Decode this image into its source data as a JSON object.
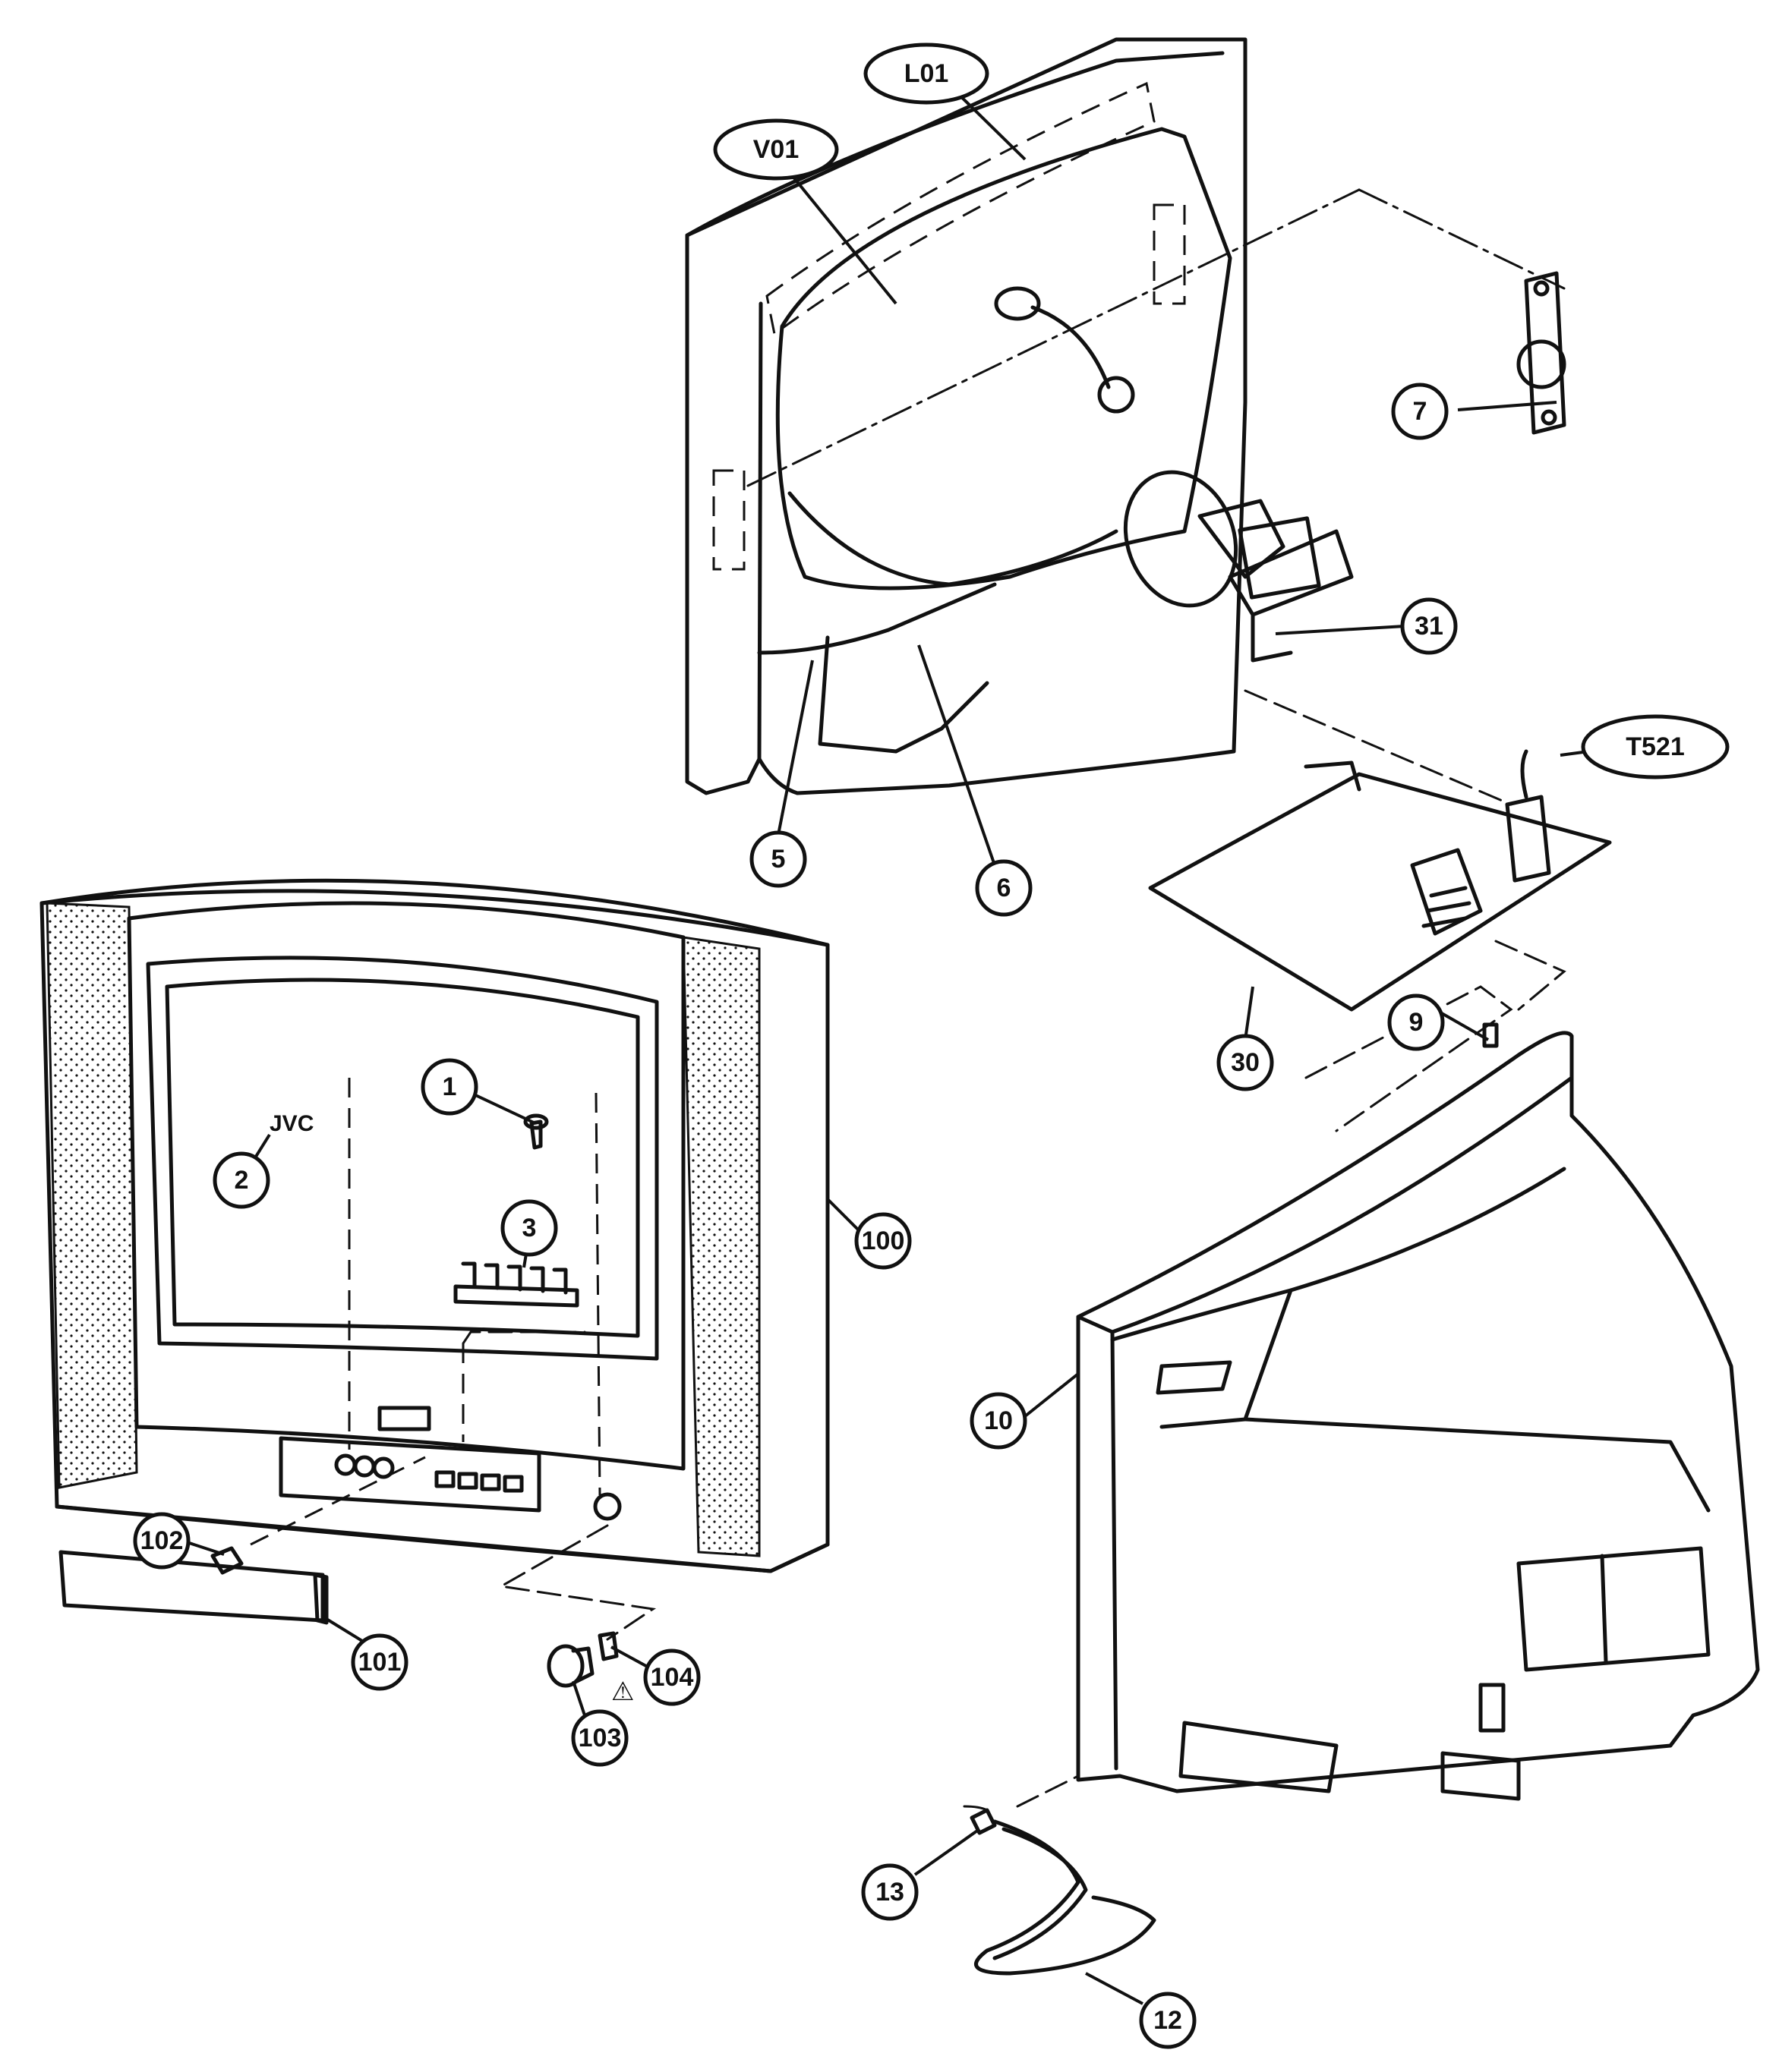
{
  "callouts": [
    {
      "id": "L01",
      "shape": "ellipse"
    },
    {
      "id": "V01",
      "shape": "ellipse"
    },
    {
      "id": "T521",
      "shape": "ellipse"
    },
    {
      "id": "1"
    },
    {
      "id": "2"
    },
    {
      "id": "3"
    },
    {
      "id": "5"
    },
    {
      "id": "6"
    },
    {
      "id": "7"
    },
    {
      "id": "9"
    },
    {
      "id": "10"
    },
    {
      "id": "12"
    },
    {
      "id": "13"
    },
    {
      "id": "30"
    },
    {
      "id": "31"
    },
    {
      "id": "100"
    },
    {
      "id": "101"
    },
    {
      "id": "102"
    },
    {
      "id": "103"
    },
    {
      "id": "104"
    }
  ],
  "labels": {
    "l01": "L01",
    "v01": "V01",
    "t521": "T521",
    "c1": "1",
    "c2": "2",
    "c3": "3",
    "c5": "5",
    "c6": "6",
    "c7": "7",
    "c9": "9",
    "c10": "10",
    "c12": "12",
    "c13": "13",
    "c30": "30",
    "c31": "31",
    "c100": "100",
    "c101": "101",
    "c102": "102",
    "c103": "103",
    "c104": "104"
  },
  "logo_text": "JVC",
  "warning_symbol": "⚠",
  "colors": {
    "line": "#111111",
    "background": "#ffffff"
  }
}
